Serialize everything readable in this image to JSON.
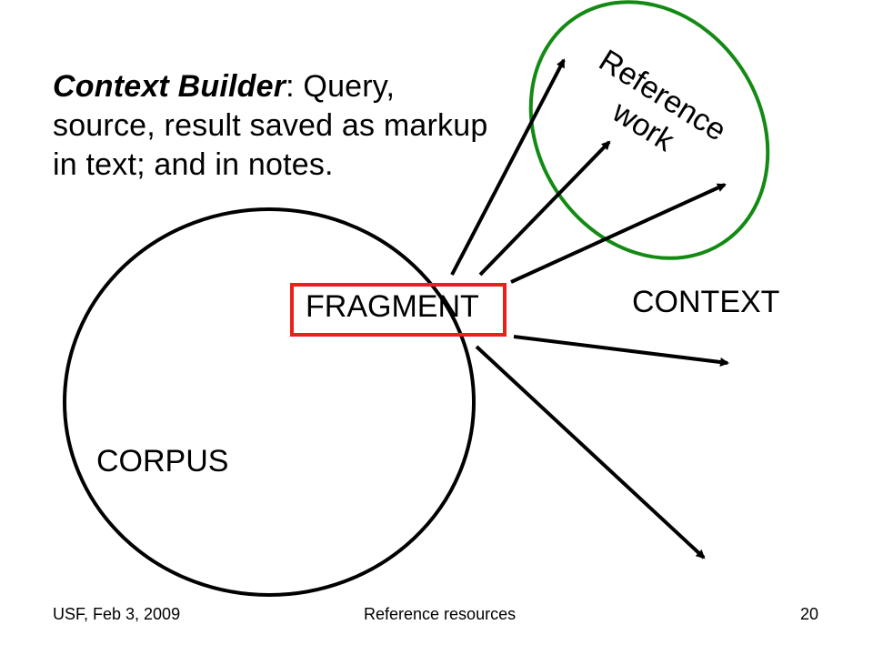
{
  "slide": {
    "caption": {
      "title": "Context Builder",
      "text": ": Query, source, result saved as markup in text; and in notes."
    },
    "labels": {
      "reference_line1": "Reference",
      "reference_line2": "work",
      "fragment": "FRAGMENT",
      "context": "CONTEXT",
      "corpus": "CORPUS"
    },
    "colors": {
      "fragment_border": "#e8221b",
      "reference_ellipse": "#138a13",
      "lines": "#000000"
    },
    "footer": {
      "left": "USF,  Feb 3, 2009",
      "center": "Reference resources",
      "right": "20"
    }
  }
}
